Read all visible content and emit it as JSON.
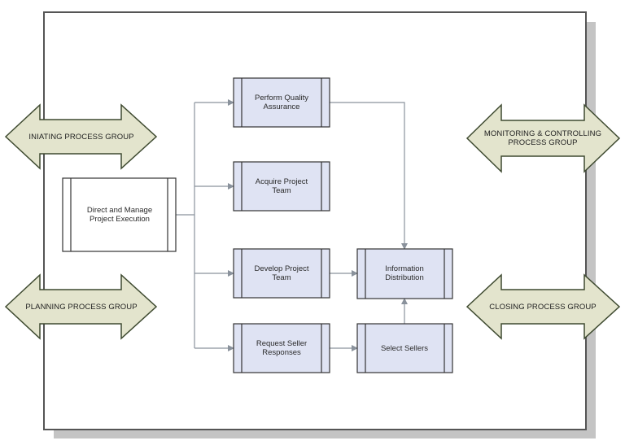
{
  "process_groups": {
    "initiating": "INIATING PROCESS GROUP",
    "planning": "PLANNING PROCESS GROUP",
    "monitoring": "MONITORING & CONTROLLING PROCESS GROUP",
    "closing": "CLOSING PROCESS GROUP"
  },
  "processes": {
    "direct_manage": "Direct and Manage Project Execution",
    "perform_quality": "Perform Quality Assurance",
    "acquire_team": "Acquire Project Team",
    "develop_team": "Develop Project Team",
    "request_seller": "Request Seller Responses",
    "info_distribution": "Information Distribution",
    "select_sellers": "Select Sellers"
  },
  "colors": {
    "process_fill": "#dfe3f3",
    "arrow_fill": "#e3e4cd",
    "arrow_stroke": "#3e4a30",
    "connector": "#8a929c",
    "shadow": "#c4c4c4"
  }
}
